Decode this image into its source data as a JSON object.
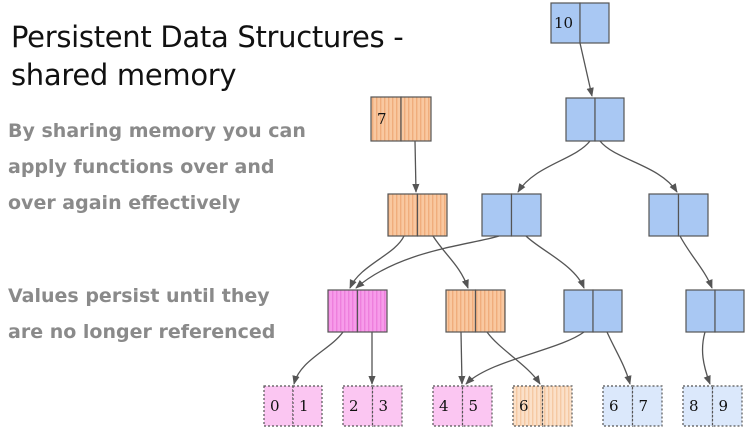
{
  "title": "Persistent Data Structures - shared memory",
  "bullets": [
    "By sharing memory you can apply functions over and over again effectively",
    "Values persist until they are no longer referenced"
  ],
  "colors": {
    "blue": "#a9c8f3",
    "blue_light": "#dbe8fb",
    "orange": "#f9c8a0",
    "magenta": "#f79cea",
    "pink_light": "#fbc6f2",
    "border": "#555555"
  },
  "nodes": [
    {
      "id": "root-10",
      "cells": [
        "10",
        ""
      ],
      "style": "blue"
    },
    {
      "id": "root-7",
      "cells": [
        "7",
        ""
      ],
      "style": "orange"
    },
    {
      "id": "blue-l1",
      "cells": [
        "",
        ""
      ],
      "style": "blue"
    },
    {
      "id": "orange-l2",
      "cells": [
        "",
        ""
      ],
      "style": "orange"
    },
    {
      "id": "blue-l2-left",
      "cells": [
        "",
        ""
      ],
      "style": "blue"
    },
    {
      "id": "blue-l2-right",
      "cells": [
        "",
        ""
      ],
      "style": "blue"
    },
    {
      "id": "magenta-l3",
      "cells": [
        "",
        ""
      ],
      "style": "magenta"
    },
    {
      "id": "orange-l3",
      "cells": [
        "",
        ""
      ],
      "style": "orange"
    },
    {
      "id": "blue-l3-mid",
      "cells": [
        "",
        ""
      ],
      "style": "blue"
    },
    {
      "id": "blue-l3-right",
      "cells": [
        "",
        ""
      ],
      "style": "blue"
    },
    {
      "id": "leaf-0-1",
      "cells": [
        "0",
        "1"
      ],
      "style": "pink_light"
    },
    {
      "id": "leaf-2-3",
      "cells": [
        "2",
        "3"
      ],
      "style": "pink_light"
    },
    {
      "id": "leaf-4-5",
      "cells": [
        "4",
        "5"
      ],
      "style": "pink_light"
    },
    {
      "id": "leaf-6",
      "cells": [
        "6",
        ""
      ],
      "style": "orange_light"
    },
    {
      "id": "leaf-6-7",
      "cells": [
        "6",
        "7"
      ],
      "style": "blue_light"
    },
    {
      "id": "leaf-8-9",
      "cells": [
        "8",
        "9"
      ],
      "style": "blue_light"
    }
  ]
}
